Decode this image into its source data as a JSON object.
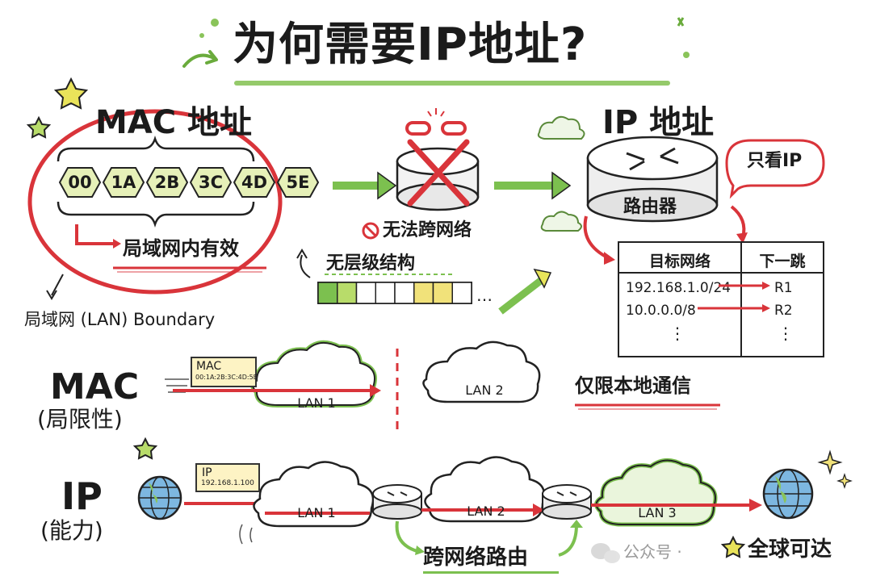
{
  "title": "为何需要IP地址?",
  "mac_section": {
    "heading": "MAC 地址",
    "octets": [
      "00",
      "1A",
      "2B",
      "3C",
      "4D",
      "5E"
    ],
    "scope_label": "局域网内有效",
    "boundary_label": "局域网 (LAN) Boundary"
  },
  "middle": {
    "cannot_label": "无法跨网络",
    "cannot_icon": "no-entry-icon",
    "flat_label": "无层级结构"
  },
  "ip_section": {
    "heading": "IP 地址",
    "router_label": "路由器",
    "bubble": "只看IP",
    "table": {
      "headers": [
        "目标网络",
        "下一跳"
      ],
      "rows": [
        {
          "dest": "192.168.1.0/24",
          "hop": "R1"
        },
        {
          "dest": "10.0.0.0/8",
          "hop": "R2"
        }
      ],
      "ellipsis": "⋮"
    }
  },
  "mac_demo": {
    "label": "MAC",
    "sublabel": "(局限性)",
    "doc_title": "MAC",
    "doc_value": "00:1A:2B:3C:4D:5E",
    "lan1": "LAN 1",
    "lan2": "LAN 2",
    "caption": "仅限本地通信"
  },
  "ip_demo": {
    "label": "IP",
    "sublabel": "(能力)",
    "doc_title": "IP",
    "doc_value": "192.168.1.100",
    "lan1": "LAN 1",
    "lan2": "LAN 2",
    "lan3": "LAN 3",
    "route_caption": "跨网络路由",
    "global_caption": "全球可达"
  },
  "watermark": "公众号 ·",
  "colors": {
    "red": "#d9343a",
    "green": "#7cc04f",
    "light_green": "#dff0c8",
    "hex_fill": "#e6f0b8",
    "yellow": "#f1e27a"
  }
}
